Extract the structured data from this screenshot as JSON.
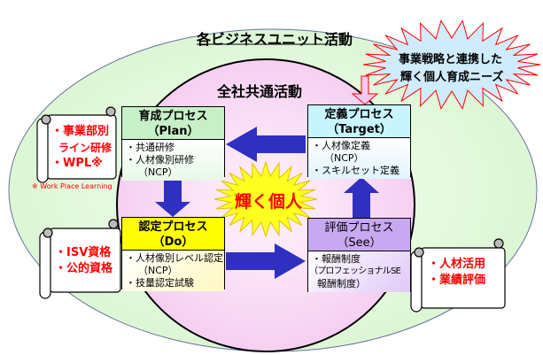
{
  "outer_title": "各ビジネスユニット活動",
  "inner_title": "全社共通活動",
  "center_label": "輝く個人",
  "callout": {
    "line1": "事業戦略と連携した",
    "line2": "輝く個人育成ニーズ"
  },
  "plan": {
    "title": "育成プロセス",
    "subtitle": "（Plan）",
    "items": [
      "・共通研修",
      "・人材像別研修",
      "（NCP）"
    ]
  },
  "target": {
    "title": "定義プロセス",
    "subtitle": "（Target）",
    "items": [
      "・人材像定義",
      "（NCP）",
      "・スキルセット定義"
    ]
  },
  "do": {
    "title": "認定プロセス",
    "subtitle": "（Do）",
    "items": [
      "・人材像別レベル認定",
      "（NCP）",
      "・技量認定試験"
    ]
  },
  "see": {
    "title": "評価プロセス",
    "subtitle": "（See）",
    "items": [
      "・報酬制度",
      "（プロフェッショナルSE",
      "報酬制度）"
    ]
  },
  "scroll_left_top": {
    "items": [
      "・事業部別",
      "ライン研修",
      "・WPL※"
    ],
    "note": "※ Work Place Learning"
  },
  "scroll_left_bottom": {
    "items": [
      "・ISV資格",
      "・公的資格"
    ]
  },
  "scroll_right": {
    "items": [
      "・人材活用",
      "・業績評価"
    ]
  },
  "colors": {
    "plan": "#c8f0c8",
    "target": "#c8f4fc",
    "do": "#ffff00",
    "see": "#c8a8f0",
    "arrow": "#3030c0",
    "accent": "#ff0000"
  }
}
